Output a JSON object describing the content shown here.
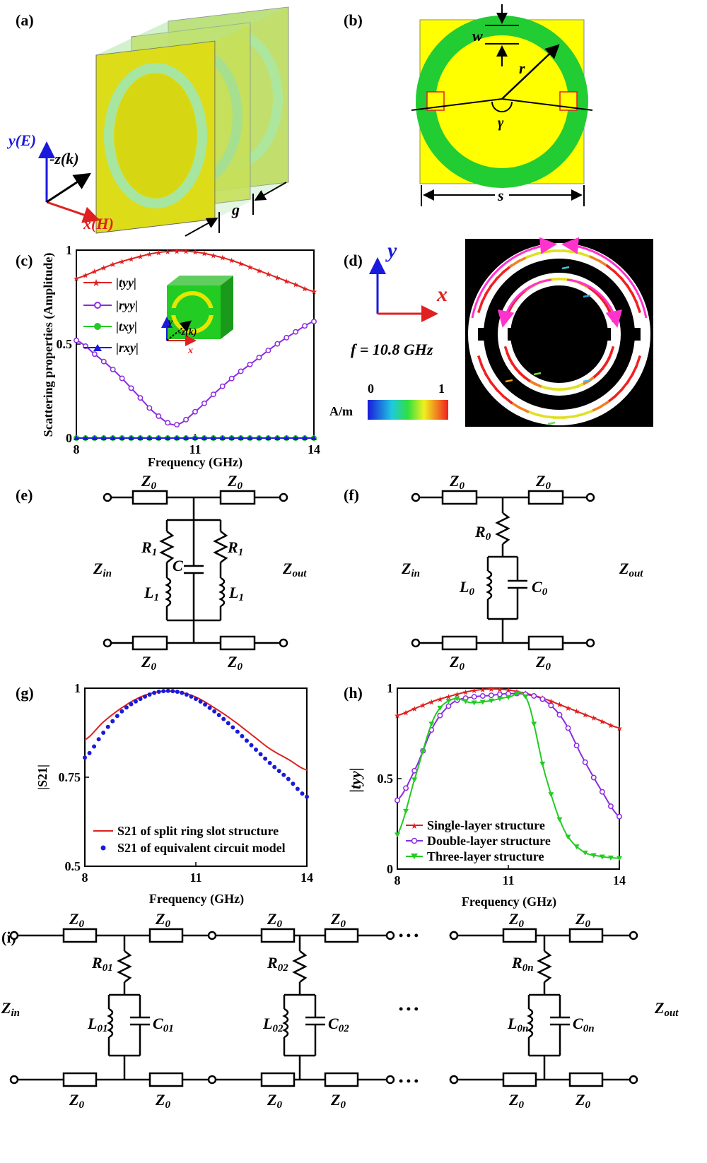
{
  "panels": {
    "a": {
      "label": "(a)",
      "axis_y": "y(E)",
      "axis_z": "-z(k)",
      "axis_x": "x(H)",
      "gap": "g"
    },
    "b": {
      "label": "(b)",
      "w": "w",
      "r": "r",
      "gamma": "γ",
      "s": "s"
    },
    "c": {
      "label": "(c)",
      "ylabel": "Scattering properties (Amplitude)",
      "xlabel": "Frequency (GHz)",
      "legend": [
        "|tyy|",
        "|ryy|",
        "|txy|",
        "|rxy|"
      ],
      "inset_y": "y",
      "inset_z": "-z(k)",
      "inset_x": "x"
    },
    "d": {
      "label": "(d)",
      "axis_y": "y",
      "axis_x": "x",
      "freq": "f = 10.8 GHz",
      "cb_min": "0",
      "cb_max": "1",
      "cb_unit": "A/m"
    },
    "e": {
      "label": "(e)",
      "zin": "Z",
      "zin_sub": "in",
      "zout": "Z",
      "zout_sub": "out"
    },
    "f": {
      "label": "(f)",
      "zin": "Z",
      "zin_sub": "in",
      "zout": "Z",
      "zout_sub": "out"
    },
    "g": {
      "label": "(g)",
      "ylabel": "|S21|",
      "xlabel": "Frequency (GHz)",
      "legend": [
        "S21 of split ring slot structure",
        "S21 of equivalent circuit model"
      ]
    },
    "h": {
      "label": "(h)",
      "ylabel": "|tyy|",
      "xlabel": "Frequency (GHz)",
      "legend": [
        "Single-layer structure",
        "Double-layer structure",
        "Three-layer structure"
      ]
    },
    "i": {
      "label": "(i)",
      "zin": "Z",
      "zin_sub": "in",
      "zout": "Z",
      "zout_sub": "out",
      "dots": "• • •"
    }
  },
  "colors": {
    "red": "#e02020",
    "purple": "#8a2be2",
    "green": "#22cc22",
    "blue": "#1a1adc",
    "magenta": "#ff33cc",
    "yellow": "#e6e600",
    "ringgreen": "#22cc33"
  },
  "chart_data": [
    {
      "id": "c",
      "type": "line",
      "xlabel": "Frequency (GHz)",
      "ylabel": "Scattering properties (Amplitude)",
      "xlim": [
        8,
        14
      ],
      "ylim": [
        0,
        1
      ],
      "x_ticks": [
        8,
        11,
        14
      ],
      "y_ticks": [
        0,
        0.5,
        1
      ],
      "x": [
        8,
        8.5,
        9,
        9.5,
        10,
        10.5,
        11,
        11.5,
        12,
        12.5,
        13,
        13.5,
        14
      ],
      "series": [
        {
          "name": "|tyy|",
          "values": [
            0.85,
            0.89,
            0.93,
            0.96,
            0.985,
            0.995,
            0.99,
            0.97,
            0.94,
            0.9,
            0.86,
            0.82,
            0.78
          ]
        },
        {
          "name": "|ryy|",
          "values": [
            0.52,
            0.44,
            0.35,
            0.24,
            0.13,
            0.07,
            0.14,
            0.24,
            0.33,
            0.41,
            0.49,
            0.56,
            0.62
          ]
        },
        {
          "name": "|txy|",
          "values": [
            0,
            0,
            0,
            0,
            0,
            0,
            0,
            0,
            0,
            0,
            0,
            0,
            0
          ]
        },
        {
          "name": "|rxy|",
          "values": [
            0,
            0,
            0,
            0,
            0,
            0,
            0,
            0,
            0,
            0,
            0,
            0,
            0
          ]
        }
      ]
    },
    {
      "id": "g",
      "type": "line",
      "xlabel": "Frequency (GHz)",
      "ylabel": "|S21|",
      "xlim": [
        8,
        14
      ],
      "ylim": [
        0.5,
        1
      ],
      "x_ticks": [
        8,
        11,
        14
      ],
      "y_ticks": [
        0.5,
        0.75,
        1
      ],
      "x": [
        8,
        8.5,
        9,
        9.5,
        10,
        10.5,
        11,
        11.5,
        12,
        12.5,
        13,
        13.5,
        14
      ],
      "series": [
        {
          "name": "S21 of split ring slot structure",
          "values": [
            0.855,
            0.905,
            0.945,
            0.975,
            0.99,
            0.99,
            0.975,
            0.945,
            0.91,
            0.87,
            0.83,
            0.8,
            0.77
          ]
        },
        {
          "name": "S21 of equivalent circuit model",
          "values": [
            0.805,
            0.875,
            0.935,
            0.97,
            0.99,
            0.99,
            0.97,
            0.935,
            0.89,
            0.84,
            0.79,
            0.745,
            0.695
          ]
        }
      ]
    },
    {
      "id": "h",
      "type": "line",
      "xlabel": "Frequency (GHz)",
      "ylabel": "|tyy|",
      "xlim": [
        8,
        14
      ],
      "ylim": [
        0,
        1
      ],
      "x_ticks": [
        8,
        11,
        14
      ],
      "y_ticks": [
        0,
        0.5,
        1
      ],
      "x": [
        8,
        8.5,
        9,
        9.5,
        10,
        10.5,
        11,
        11.5,
        12,
        12.5,
        13,
        13.5,
        14
      ],
      "series": [
        {
          "name": "Single-layer structure",
          "values": [
            0.85,
            0.89,
            0.93,
            0.96,
            0.985,
            0.995,
            0.99,
            0.97,
            0.94,
            0.9,
            0.86,
            0.82,
            0.78
          ]
        },
        {
          "name": "Double-layer structure",
          "values": [
            0.38,
            0.56,
            0.8,
            0.92,
            0.95,
            0.96,
            0.97,
            0.965,
            0.93,
            0.82,
            0.62,
            0.44,
            0.29
          ]
        },
        {
          "name": "Three-layer structure",
          "values": [
            0.19,
            0.52,
            0.84,
            0.94,
            0.92,
            0.93,
            0.95,
            0.94,
            0.52,
            0.22,
            0.1,
            0.07,
            0.06
          ]
        }
      ]
    }
  ]
}
